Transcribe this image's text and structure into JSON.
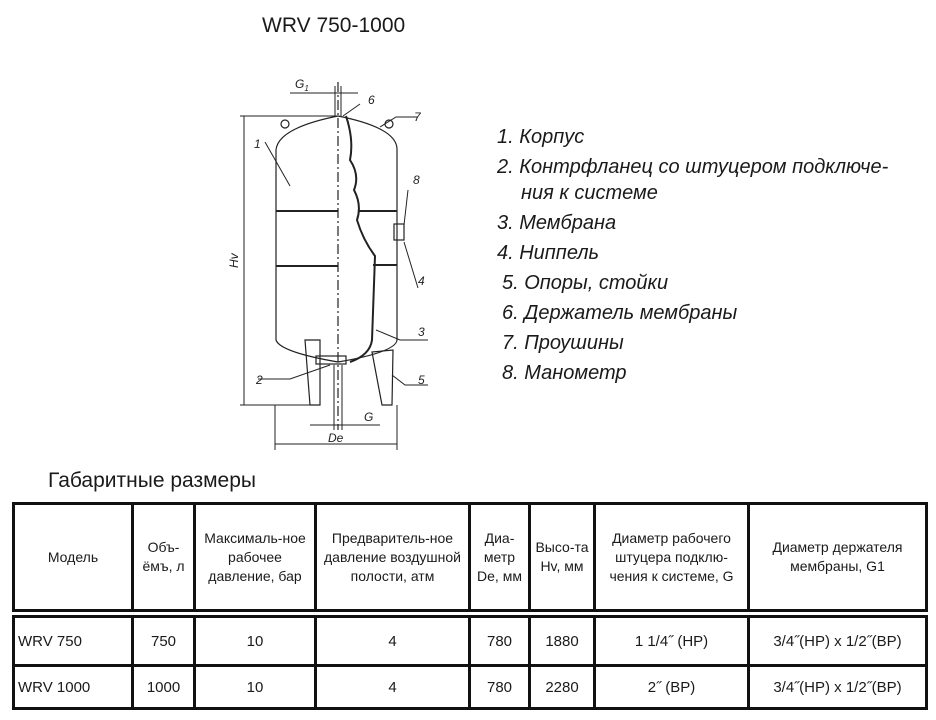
{
  "title": "WRV 750-1000",
  "drawing_labels": {
    "g1": "G",
    "g1_sub": "1",
    "n1": "1",
    "n2": "2",
    "n3": "3",
    "n4": "4",
    "n5": "5",
    "n6": "6",
    "n7": "7",
    "n8": "8",
    "hv": "Hv",
    "g": "G",
    "de": "De"
  },
  "legend": [
    "1. Корпус",
    "2. Контрфланец со штуцером подключе-",
    "ния к системе",
    "3. Мембрана",
    "4. Ниппель",
    "5. Опоры, стойки",
    "6. Держатель мембраны",
    "7. Проушины",
    "8. Манометр"
  ],
  "subtitle": "Габаритные размеры",
  "table": {
    "headers": [
      "Модель",
      "Объ-ёмъ, л",
      "Максималь-ное рабочее давление, бар",
      "Предваритель-ное давление воздушной полости, атм",
      "Диа-метр De, мм",
      "Высо-та Hv, мм",
      "Диаметр рабочего штуцера подклю-чения к системе, G",
      "Диаметр держателя мембраны, G1"
    ],
    "rows": [
      [
        "WRV 750",
        "750",
        "10",
        "4",
        "780",
        "1880",
        "1 1/4˝ (НР)",
        "3/4˝(НР) х 1/2˝(ВР)"
      ],
      [
        "WRV 1000",
        "1000",
        "10",
        "4",
        "780",
        "2280",
        "2˝ (ВР)",
        "3/4˝(НР) х 1/2˝(ВР)"
      ]
    ]
  }
}
